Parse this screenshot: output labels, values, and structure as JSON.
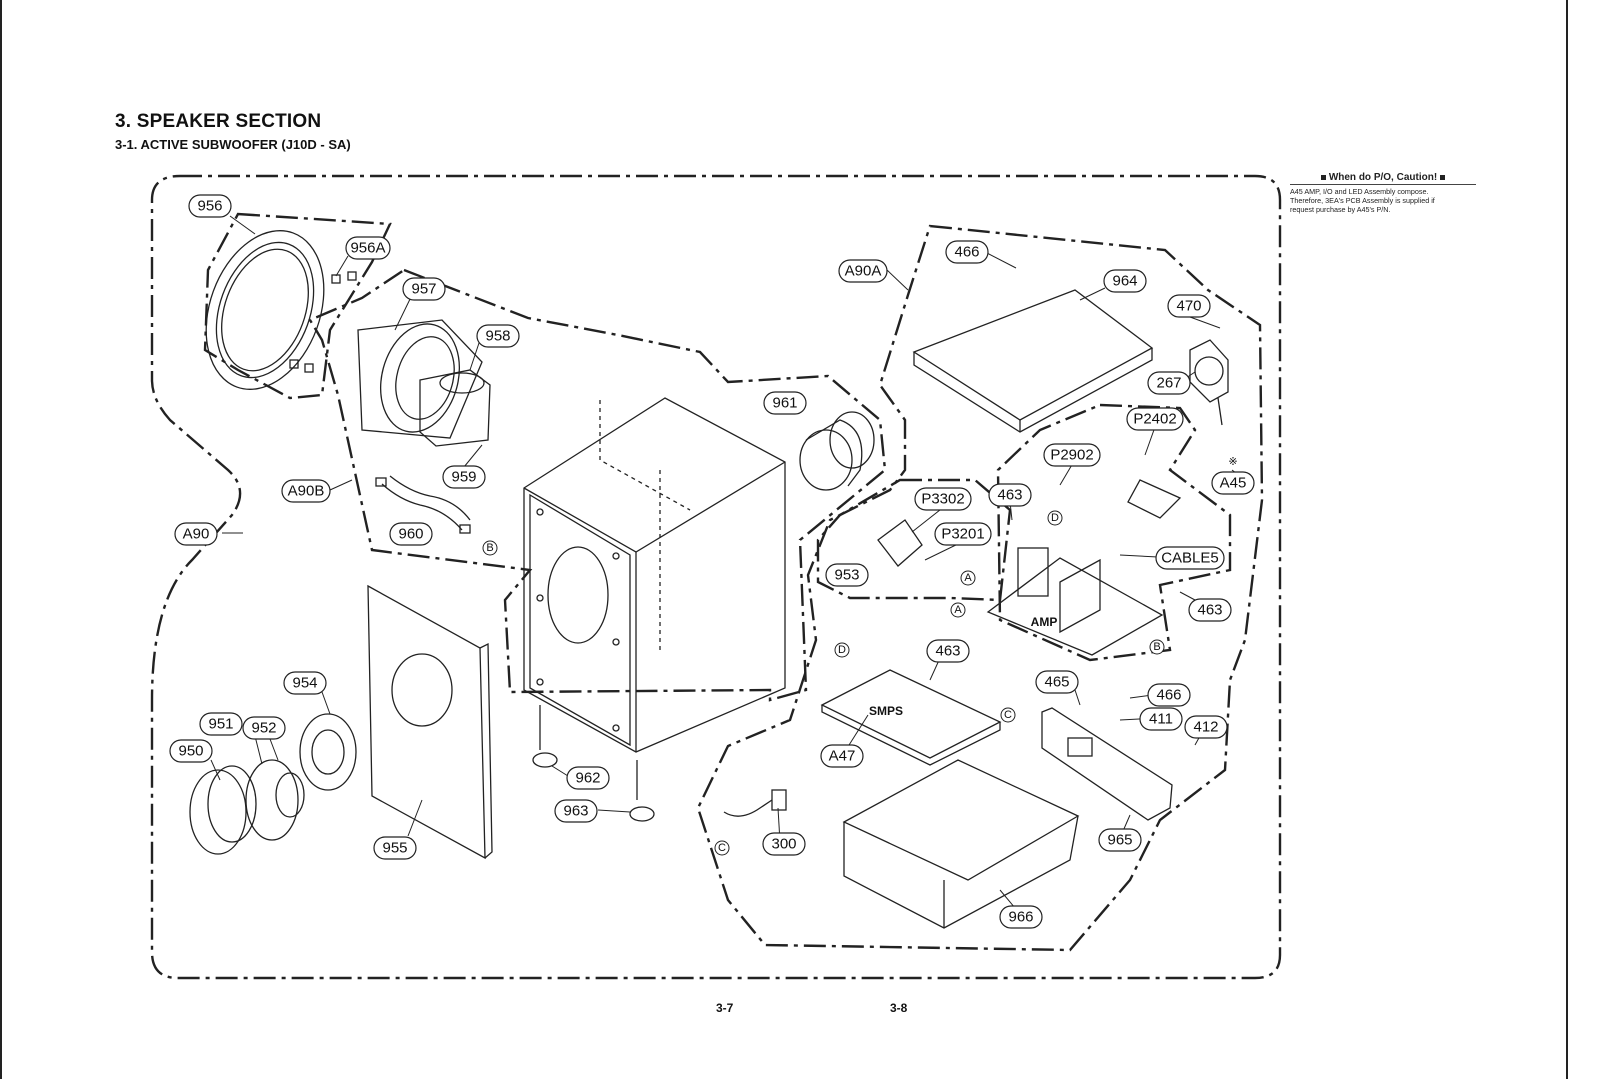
{
  "header": {
    "title": "3. SPEAKER SECTION",
    "subtitle": "3-1. ACTIVE SUBWOOFER (J10D - SA)"
  },
  "caution": {
    "title": "When do P/O, Caution!",
    "lines": [
      "A45 AMP, I/O and LED Assembly compose.",
      "Therefore, 3EA's PCB Assembly is supplied if",
      "request purchase by A45's P/N."
    ]
  },
  "callouts": {
    "c956": "956",
    "c956A": "956A",
    "c957": "957",
    "c958": "958",
    "c959": "959",
    "c960": "960",
    "c961": "961",
    "cA90B": "A90B",
    "cA90": "A90",
    "c954": "954",
    "c951": "951",
    "c952": "952",
    "c950": "950",
    "c955": "955",
    "c962": "962",
    "c963": "963",
    "cA90A": "A90A",
    "c466a": "466",
    "c964": "964",
    "c470": "470",
    "c267": "267",
    "cP2402": "P2402",
    "cP2902": "P2902",
    "c463a": "463",
    "cP3302": "P3302",
    "cP3201": "P3201",
    "c953": "953",
    "cA45": "A45",
    "cCABLE5": "CABLE5",
    "c463b": "463",
    "c463c": "463",
    "cA47": "A47",
    "c465": "465",
    "c466b": "466",
    "c411": "411",
    "c412": "412",
    "c300": "300",
    "c965": "965",
    "c966": "966"
  },
  "connectors": {
    "B1": "B",
    "D1": "D",
    "A1": "A",
    "A2": "A",
    "B2": "B",
    "D2": "D",
    "C1": "C",
    "C2": "C"
  },
  "symbols": {
    "note_mark": "※"
  },
  "boards": {
    "amp": "AMP",
    "smps": "SMPS"
  },
  "footer": {
    "page_left": "3-7",
    "page_right": "3-8"
  }
}
